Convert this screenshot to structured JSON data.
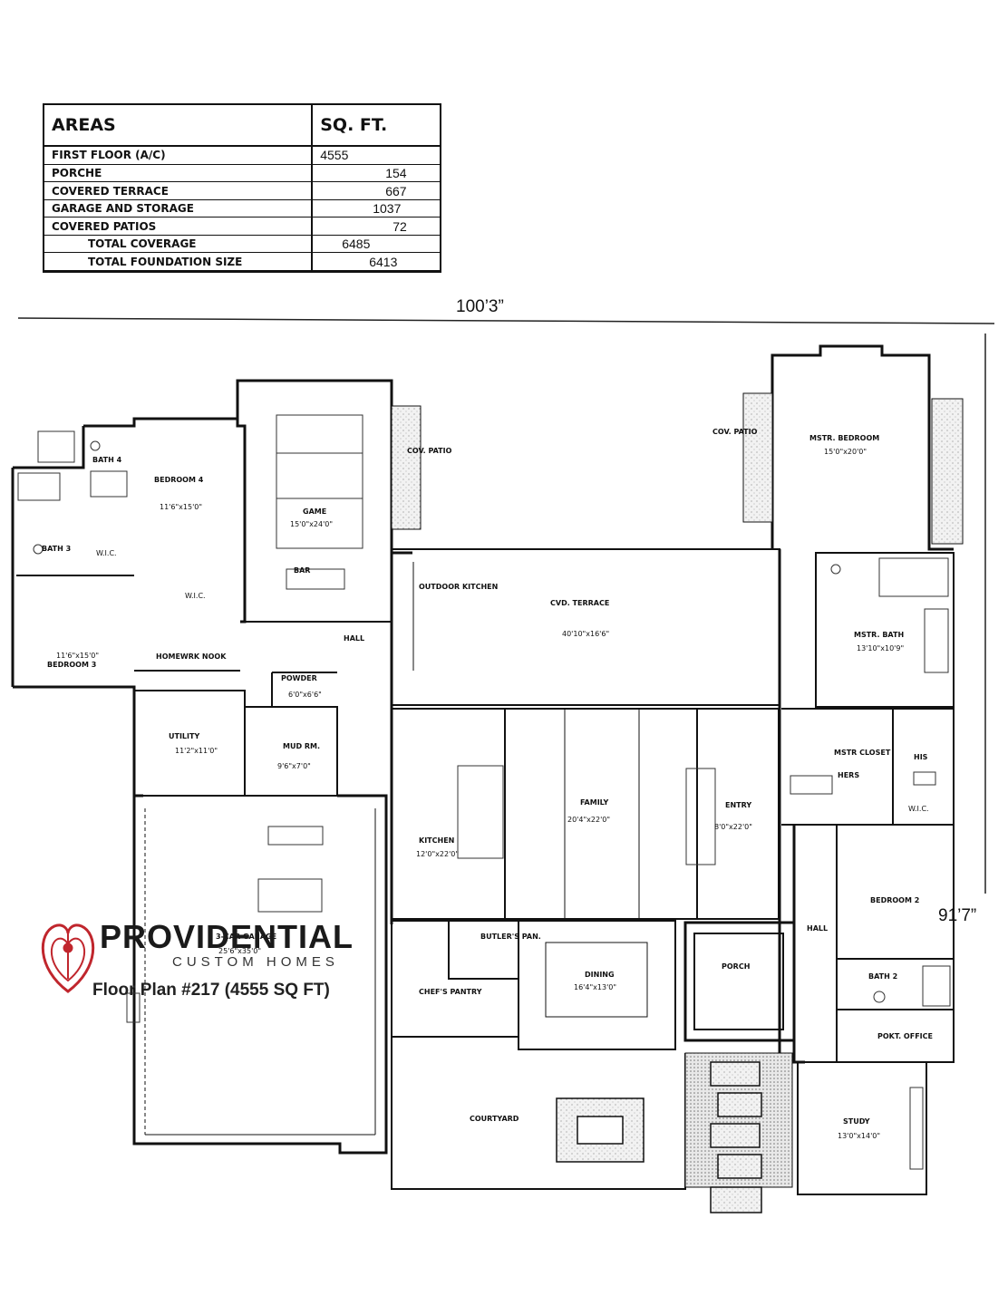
{
  "areas": {
    "header_label": "AREAS",
    "header_value": "SQ. FT.",
    "rows": [
      {
        "label": "FIRST FLOOR (A/C)",
        "value": "4555"
      },
      {
        "label": "PORCHE",
        "value": "154"
      },
      {
        "label": "COVERED TERRACE",
        "value": "667"
      },
      {
        "label": "GARAGE AND STORAGE",
        "value": "1037"
      },
      {
        "label": "COVERED PATIOS",
        "value": "72"
      },
      {
        "label": "TOTAL COVERAGE",
        "value": "6485"
      },
      {
        "label": "TOTAL FOUNDATION SIZE",
        "value": "6413"
      }
    ]
  },
  "dimensions": {
    "width": "100’3”",
    "depth": "91’7”"
  },
  "rooms": {
    "bedroom4": {
      "name": "BEDROOM 4",
      "dim": "11'6\"x15'0\""
    },
    "bath4": {
      "name": "BATH 4"
    },
    "bath3": {
      "name": "BATH 3"
    },
    "bedroom3": {
      "name": "BEDROOM 3",
      "dim": "11'6\"x15'0\""
    },
    "wic_left1": {
      "name": "W.I.C."
    },
    "wic_left2": {
      "name": "W.I.C."
    },
    "homework": {
      "name": "HOMEWRK NOOK"
    },
    "game": {
      "name": "GAME",
      "dim": "15'0\"x24'0\""
    },
    "bar": {
      "name": "BAR"
    },
    "hall_top": {
      "name": "HALL"
    },
    "powder": {
      "name": "POWDER",
      "dim": "6'0\"x6'6\""
    },
    "utility": {
      "name": "UTILITY",
      "dim": "11'2\"x11'0\""
    },
    "mudrm": {
      "name": "MUD RM.",
      "dim": "9'6\"x7'0\""
    },
    "cov_patio_left": {
      "name": "COV. PATIO"
    },
    "outdoor_kitchen": {
      "name": "OUTDOOR KITCHEN"
    },
    "cvd_terrace": {
      "name": "CVD. TERRACE",
      "dim": "40'10\"x16'6\""
    },
    "cov_patio_right": {
      "name": "COV. PATIO"
    },
    "mstr_bedroom": {
      "name": "MSTR. BEDROOM",
      "dim": "15'0\"x20'0\""
    },
    "mstr_bath": {
      "name": "MSTR. BATH",
      "dim": "13'10\"x10'9\""
    },
    "mstr_closet": {
      "name": "MSTR CLOSET"
    },
    "hers": {
      "name": "HERS"
    },
    "his": {
      "name": "HIS"
    },
    "wic_right": {
      "name": "W.I.C."
    },
    "kitchen": {
      "name": "KITCHEN",
      "dim": "12'0\"x22'0\""
    },
    "family": {
      "name": "FAMILY",
      "dim": "20'4\"x22'0\""
    },
    "entry": {
      "name": "ENTRY",
      "dim": "8'0\"x22'0\""
    },
    "bedroom2": {
      "name": "BEDROOM 2"
    },
    "hall_right": {
      "name": "HALL"
    },
    "bath2": {
      "name": "BATH 2"
    },
    "pocket_office": {
      "name": "POKT. OFFICE"
    },
    "garage": {
      "name": "3-CAR GARAGE",
      "dim": "25'6\"x35'0\""
    },
    "butlers": {
      "name": "BUTLER'S PAN."
    },
    "chefs": {
      "name": "CHEF'S PANTRY"
    },
    "dining": {
      "name": "DINING",
      "dim": "16'4\"x13'0\""
    },
    "porch": {
      "name": "PORCH"
    },
    "courtyard": {
      "name": "COURTYARD"
    },
    "study": {
      "name": "STUDY",
      "dim": "13'0\"x14'0\""
    }
  },
  "brand": {
    "name": "PROVIDENTIAL",
    "tagline": "CUSTOM HOMES",
    "plan_title": "Floor Plan #217 (4555 SQ FT)",
    "logo_color": "#c0262d"
  }
}
